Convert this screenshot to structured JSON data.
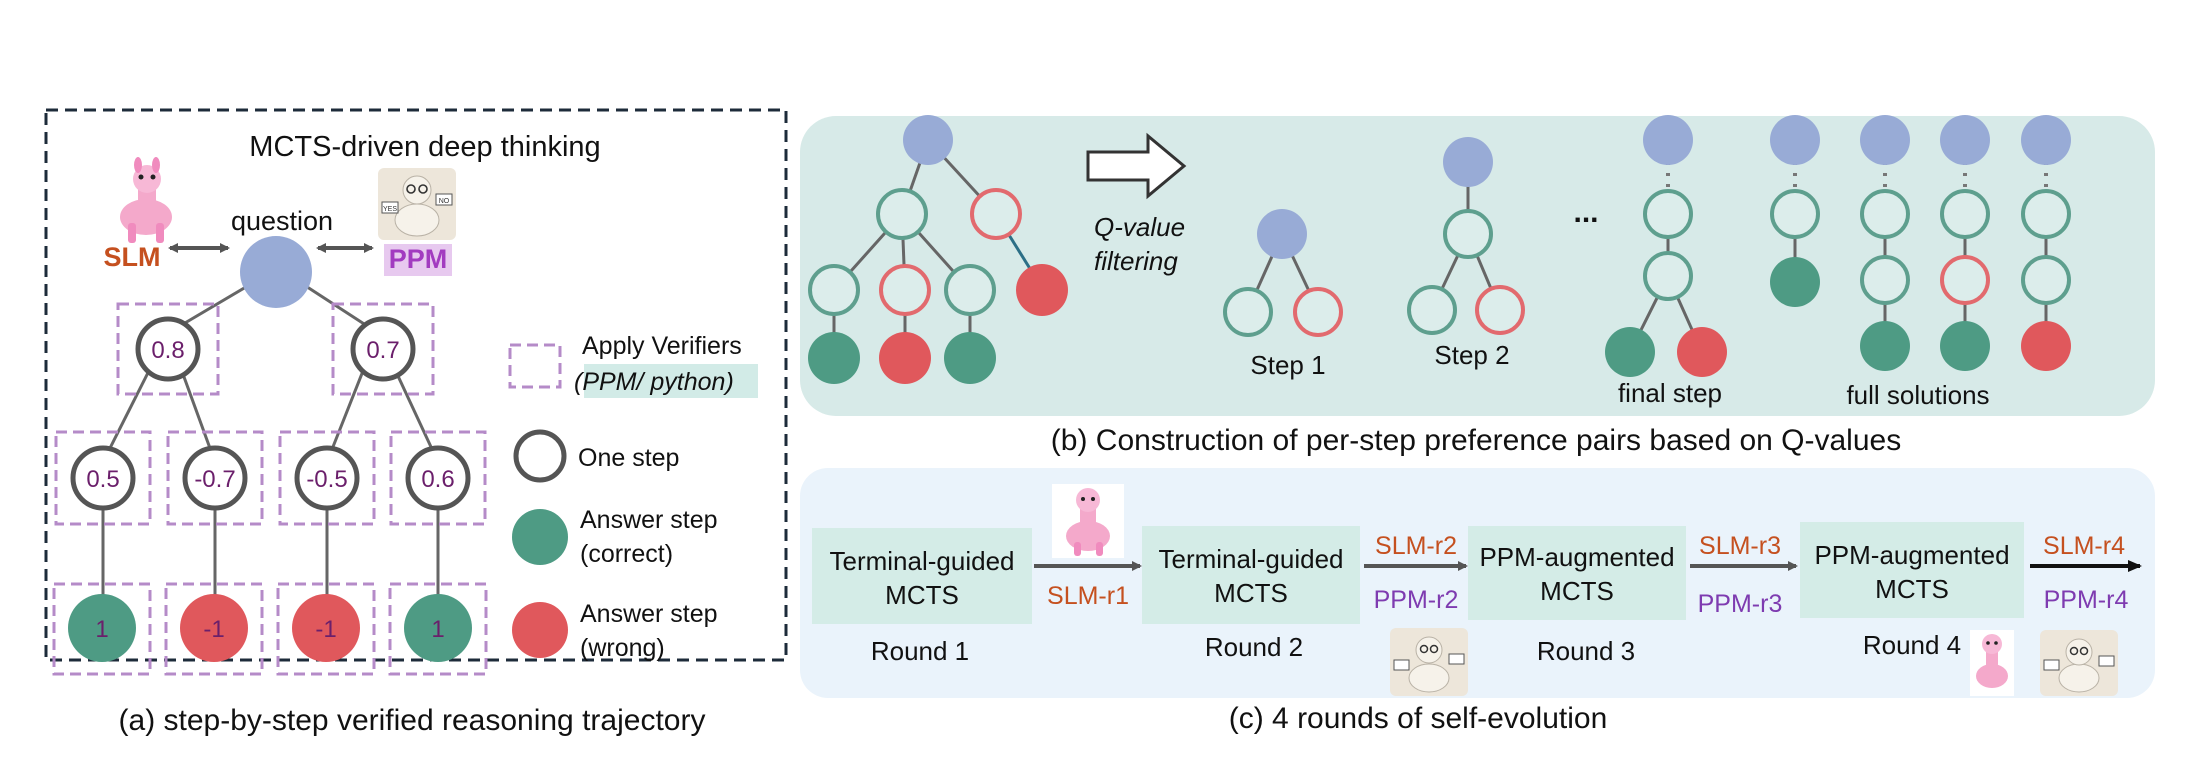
{
  "panel_a": {
    "title": "MCTS-driven deep thinking",
    "question": "question",
    "slm": "SLM",
    "ppm": "PPM",
    "level1": [
      "0.8",
      "0.7"
    ],
    "level2": [
      "0.5",
      "-0.7",
      "-0.5",
      "0.6"
    ],
    "leaves": [
      "1",
      "-1",
      "-1",
      "1"
    ],
    "legend": {
      "verifier_line1": "Apply Verifiers",
      "verifier_line2": "(PPM/ python)",
      "one_step": "One step",
      "answer_correct_1": "Answer step",
      "answer_correct_2": "(correct)",
      "answer_wrong_1": "Answer step",
      "answer_wrong_2": "(wrong)"
    },
    "caption": "(a) step-by-step verified reasoning trajectory"
  },
  "panel_b": {
    "arrow_label_1": "Q-value",
    "arrow_label_2": "filtering",
    "step1": "Step 1",
    "step2": "Step 2",
    "ellipsis": "...",
    "final_step": "final step",
    "full_solutions": "full solutions",
    "caption": "(b) Construction of per-step preference pairs based on Q-values"
  },
  "panel_c": {
    "boxes": [
      {
        "line1": "Terminal-guided",
        "line2": "MCTS",
        "round": "Round 1"
      },
      {
        "line1": "Terminal-guided",
        "line2": "MCTS",
        "round": "Round 2"
      },
      {
        "line1": "PPM-augmented",
        "line2": "MCTS",
        "round": "Round 3"
      },
      {
        "line1": "PPM-augmented",
        "line2": "MCTS",
        "round": "Round 4"
      }
    ],
    "arrows": [
      {
        "top": "",
        "bottom": "SLM-r1"
      },
      {
        "top": "SLM-r2",
        "bottom": "PPM-r2"
      },
      {
        "top": "SLM-r3",
        "bottom": "PPM-r3"
      },
      {
        "top": "SLM-r4",
        "bottom": "PPM-r4"
      }
    ],
    "caption": "(c) 4 rounds of self-evolution"
  },
  "colors": {
    "node_blue": "#98ABD6",
    "correct": "#4E9B84",
    "wrong": "#E0585C",
    "teal_ring": "#5E9F8E",
    "wrong_ring": "#E26A6E",
    "dark_ring": "#555555",
    "verifier": "#B58BC8",
    "panel_b_bg": "#D7EAE8",
    "panel_c_bg": "#EAF3FB",
    "box_c": "#D4ECE7",
    "slm_text": "#C5501F",
    "ppm_text": "#7E3BB0",
    "score_text": "#6B1F6B"
  }
}
